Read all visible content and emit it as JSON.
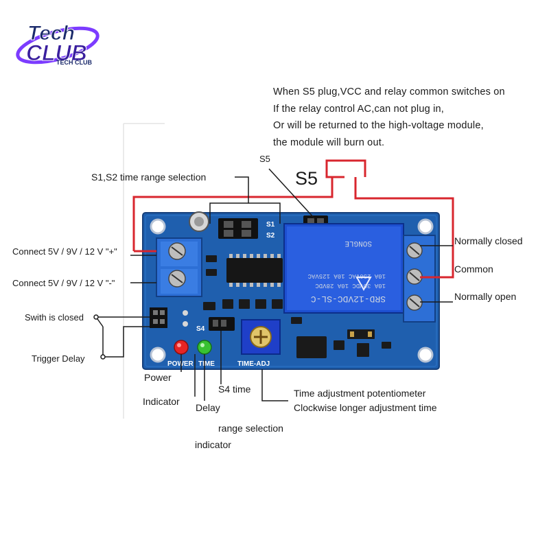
{
  "logo": {
    "text_top": "Tech",
    "text_big": "CLUB",
    "text_small": "TECH CLUB"
  },
  "note": {
    "lines": [
      "When S5 plug,VCC and relay common switches on",
      "If the relay control AC,can not plug in,",
      "Or will be returned to the high-voltage module,",
      "the module will burn out."
    ]
  },
  "labels": {
    "s5_small": "S5",
    "s5_big": "S5",
    "s1s2": "S1,S2 time range selection",
    "vcc_plus": "Connect  5V / 9V / 12 V  \"+\"",
    "vcc_minus": "Connect  5V / 9V / 12 V  \"-\"",
    "switch_closed": "Swith is closed",
    "trigger_delay": "Trigger Delay",
    "normally_closed": "Normally closed",
    "common": "Common",
    "normally_open": "Normally open",
    "power": "Power",
    "power_indicator": "Indicator",
    "delay": "Delay",
    "s4_time": "S4 time",
    "range_selection": "range selection",
    "indicator": "indicator",
    "pot_line1": "Time adjustment potentiometer",
    "pot_line2": "Clockwise longer adjustment time"
  },
  "board": {
    "relay_lines": [
      "SRD-12VDC-SL-C",
      "10A 30VDC 10A 28VDC",
      "10A 250VAC 10A 125VAC",
      "SONGLE"
    ],
    "silk_power": "POWER",
    "silk_time": "TIME",
    "silk_time_adj": "TIME-ADJ",
    "silk_s1": "S1",
    "silk_s2": "S2",
    "silk_s4": "S4",
    "silk_s5": "S5"
  },
  "colors": {
    "pcb": "#1f5fae",
    "wire_red": "#d8262e",
    "terminal": "#2d6fd6",
    "led_power": "#e52525",
    "led_time": "#38c232"
  }
}
